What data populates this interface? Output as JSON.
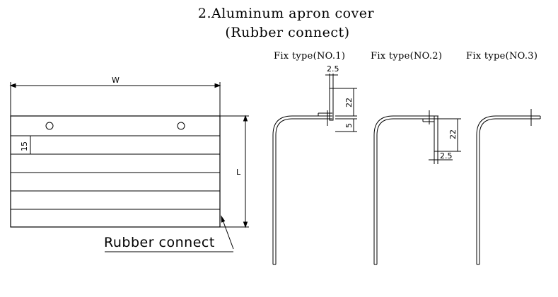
{
  "title": {
    "line1": "2.Aluminum apron cover",
    "line2": "(Rubber connect)"
  },
  "fix_types": {
    "no1": "Fix type(NO.1)",
    "no2": "Fix type(NO.2)",
    "no3": "Fix type(NO.3)"
  },
  "dimensions": {
    "width": "W",
    "length": "L",
    "slat": "15",
    "no1_top": "2.5",
    "no1_height": "22",
    "no1_low": "5",
    "no2_height": "22",
    "no2_bottom": "2.5"
  },
  "callout": "Rubber connect"
}
